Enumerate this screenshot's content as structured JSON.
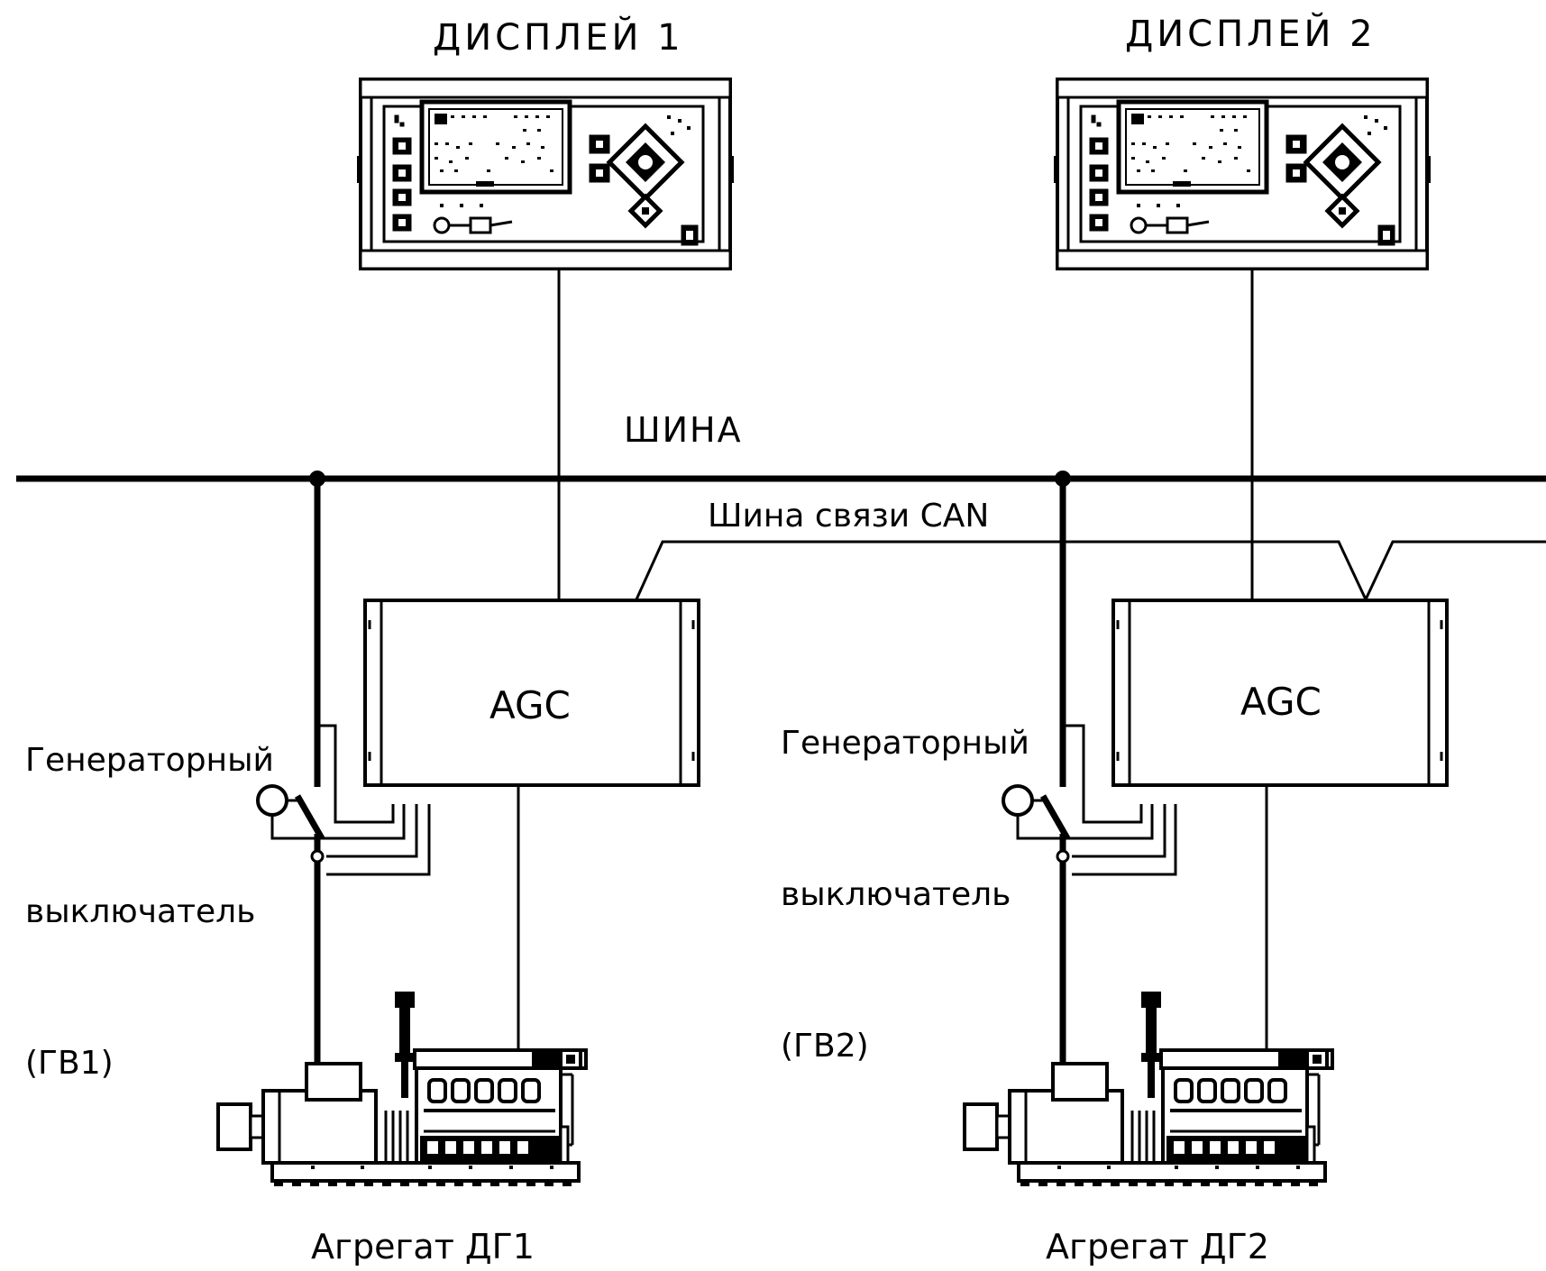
{
  "display1": {
    "title": "ДИСПЛЕЙ 1"
  },
  "display2": {
    "title": "ДИСПЛЕЙ 2"
  },
  "bus": {
    "label": "ШИНА"
  },
  "can_bus": {
    "label": "Шина связи CAN"
  },
  "controller1": {
    "label": "AGC"
  },
  "controller2": {
    "label": "AGC"
  },
  "breaker1": {
    "line1": "Генераторный",
    "line2": "выключатель",
    "line3": "(ГВ1)"
  },
  "breaker2": {
    "line1": "Генераторный",
    "line2": "выключатель",
    "line3": "(ГВ2)"
  },
  "genset1": {
    "label": "Агрегат ДГ1"
  },
  "genset2": {
    "label": "Агрегат ДГ2"
  },
  "colors": {
    "ink": "#000000",
    "paper": "#ffffff"
  }
}
